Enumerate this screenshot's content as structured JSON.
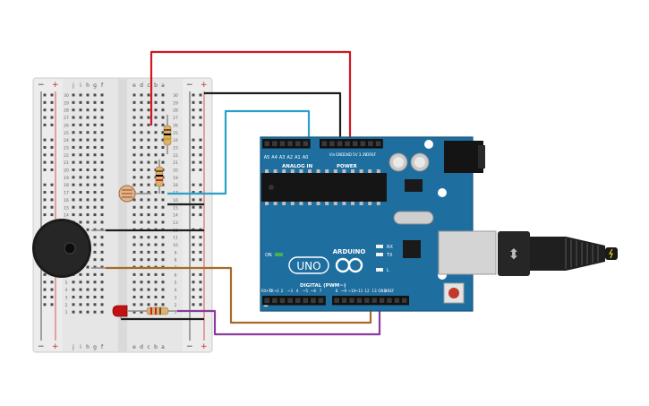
{
  "breadboard": {
    "column_letters_left": [
      "j",
      "i",
      "h",
      "g",
      "f"
    ],
    "column_letters_right": [
      "e",
      "d",
      "c",
      "b",
      "a"
    ],
    "row_numbers": [
      "30",
      "29",
      "28",
      "27",
      "26",
      "25",
      "24",
      "23",
      "22",
      "21",
      "20",
      "19",
      "18",
      "17",
      "16",
      "15",
      "14",
      "13",
      "12",
      "11",
      "10",
      "9",
      "8",
      "7",
      "6",
      "5",
      "4",
      "3",
      "2",
      "1"
    ],
    "rail_minus": "−",
    "rail_plus": "+"
  },
  "arduino": {
    "analog_header_title": "ANALOG IN",
    "analog_pins": [
      "A5",
      "A4",
      "A3",
      "A2",
      "A1",
      "A0"
    ],
    "power_header_title": "POWER",
    "power_pins": [
      "Vin",
      "GND",
      "GND",
      "5V",
      "3.3V",
      "IOREF"
    ],
    "model": "UNO",
    "brand": "ARDUINO",
    "on_label": "ON",
    "leds": [
      "RX",
      "TX",
      "L"
    ],
    "digital_header_title": "DIGITAL (PWM~)",
    "digital_pins": [
      "RX←0",
      "TX→1",
      "2",
      "~3",
      "4",
      "~5",
      "~6",
      "7",
      "8",
      "~9",
      "~10",
      "~11",
      "12",
      "13",
      "GND",
      "AREF"
    ]
  },
  "usb": {
    "symbol": "⬍"
  },
  "wire_colors": {
    "red": "#d3161f",
    "black": "#1d1d1d",
    "blue": "#2aa0c8",
    "brown": "#a86a2c",
    "purple": "#8a3a9c"
  }
}
